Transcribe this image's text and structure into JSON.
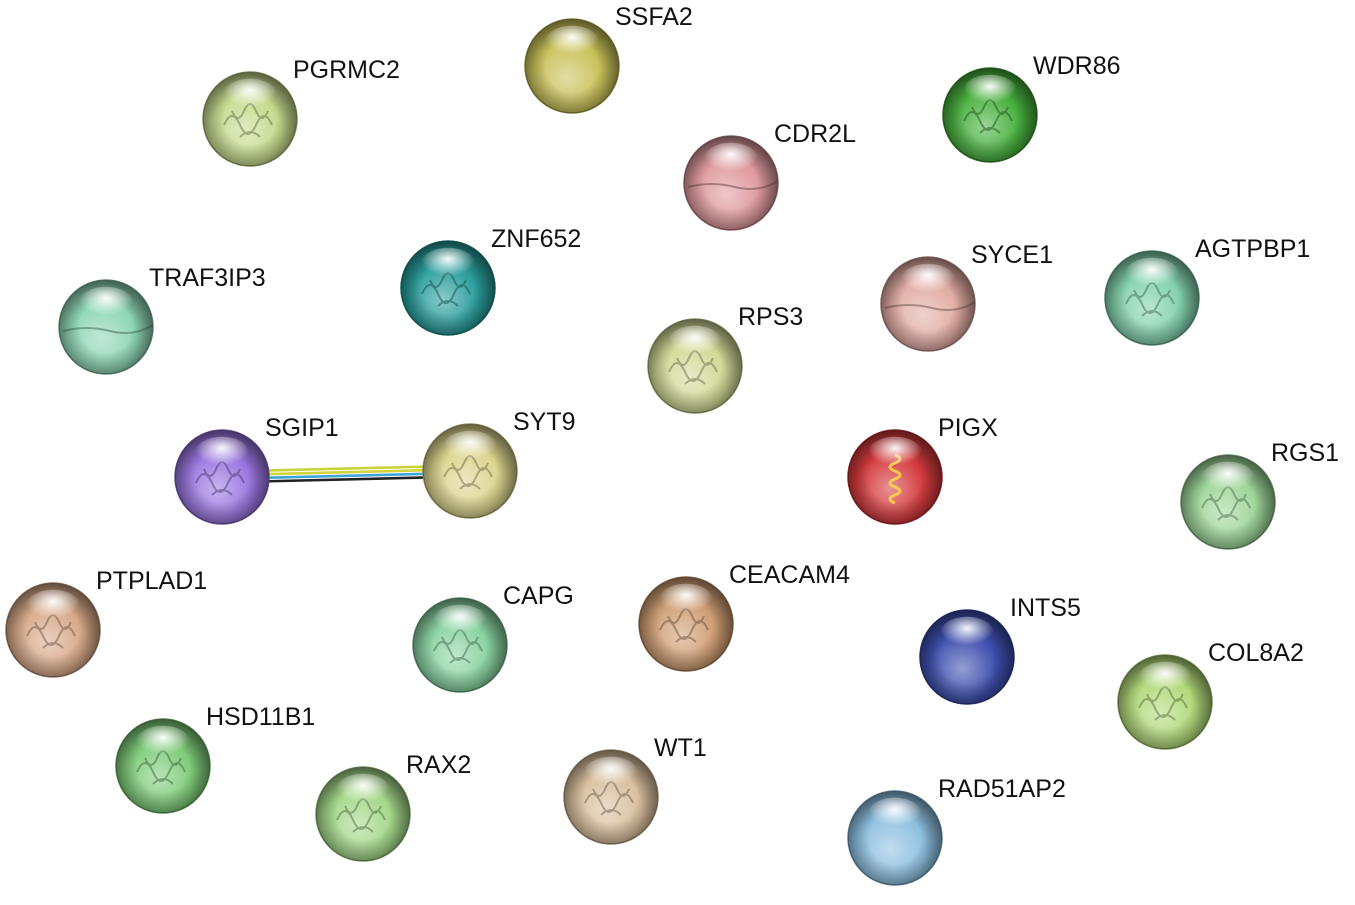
{
  "network": {
    "nodes": [
      {
        "id": "SSFA2",
        "label": "SSFA2",
        "color": "#c9c25a",
        "motif": "none"
      },
      {
        "id": "PGRMC2",
        "label": "PGRMC2",
        "color": "#c6da8e",
        "motif": "structure"
      },
      {
        "id": "WDR86",
        "label": "WDR86",
        "color": "#48b03e",
        "motif": "structure"
      },
      {
        "id": "CDR2L",
        "label": "CDR2L",
        "color": "#df9a9e",
        "motif": "thread"
      },
      {
        "id": "ZNF652",
        "label": "ZNF652",
        "color": "#2a9e9c",
        "motif": "structure"
      },
      {
        "id": "TRAF3IP3",
        "label": "TRAF3IP3",
        "color": "#8fd6b6",
        "motif": "thread"
      },
      {
        "id": "SYCE1",
        "label": "SYCE1",
        "color": "#e2ada5",
        "motif": "thread"
      },
      {
        "id": "AGTPBP1",
        "label": "AGTPBP1",
        "color": "#84d2ae",
        "motif": "structure"
      },
      {
        "id": "RPS3",
        "label": "RPS3",
        "color": "#d2d997",
        "motif": "structure"
      },
      {
        "id": "SGIP1",
        "label": "SGIP1",
        "color": "#9a76e0",
        "motif": "structure"
      },
      {
        "id": "SYT9",
        "label": "SYT9",
        "color": "#dcd48e",
        "motif": "structure"
      },
      {
        "id": "PIGX",
        "label": "PIGX",
        "color": "#d43a3d",
        "motif": "helix"
      },
      {
        "id": "RGS1",
        "label": "RGS1",
        "color": "#9ed69a",
        "motif": "structure"
      },
      {
        "id": "PTPLAD1",
        "label": "PTPLAD1",
        "color": "#d8aa8a",
        "motif": "structure"
      },
      {
        "id": "CAPG",
        "label": "CAPG",
        "color": "#8ad3a2",
        "motif": "structure"
      },
      {
        "id": "CEACAM4",
        "label": "CEACAM4",
        "color": "#cf9e74",
        "motif": "structure"
      },
      {
        "id": "INTS5",
        "label": "INTS5",
        "color": "#3e4fae",
        "motif": "none"
      },
      {
        "id": "COL8A2",
        "label": "COL8A2",
        "color": "#b2d97a",
        "motif": "structure"
      },
      {
        "id": "HSD11B1",
        "label": "HSD11B1",
        "color": "#7fcc7a",
        "motif": "structure"
      },
      {
        "id": "RAX2",
        "label": "RAX2",
        "color": "#a4d88a",
        "motif": "structure"
      },
      {
        "id": "WT1",
        "label": "WT1",
        "color": "#d9c09e",
        "motif": "structure"
      },
      {
        "id": "RAD51AP2",
        "label": "RAD51AP2",
        "color": "#8ec0e0",
        "motif": "none"
      }
    ],
    "edges": [
      {
        "source": "SGIP1",
        "target": "SYT9",
        "evidence_colors": [
          "#c8d43a",
          "#d4d43a",
          "#3fa4d8",
          "#222222"
        ]
      }
    ]
  }
}
